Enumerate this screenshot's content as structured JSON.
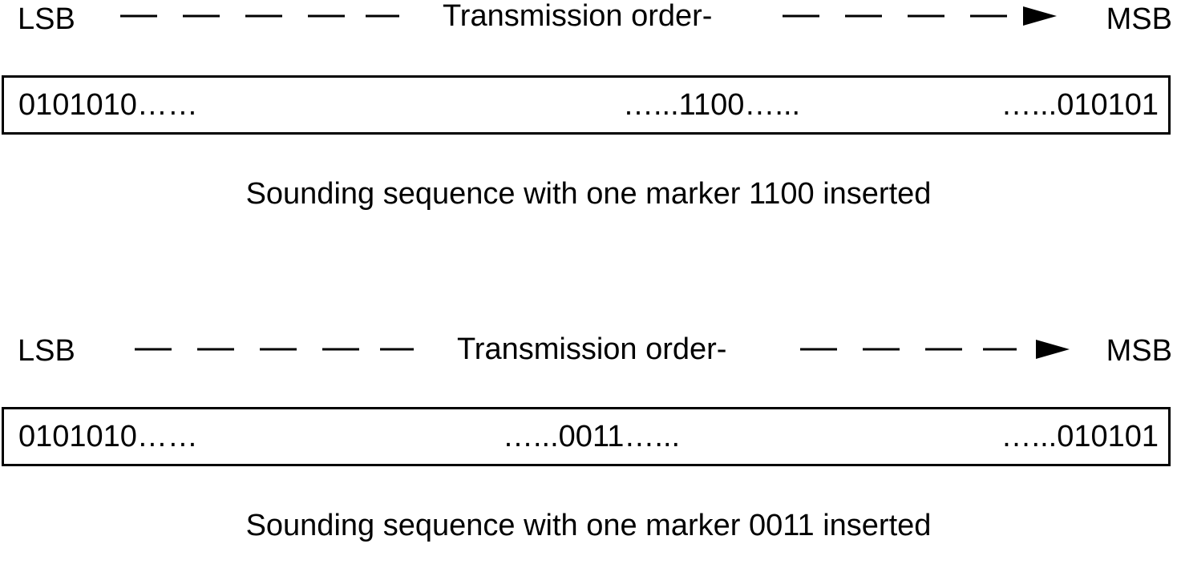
{
  "diagrams": [
    {
      "lsb_label": "LSB",
      "msb_label": "MSB",
      "order_title": "Transmission order-",
      "sequence": {
        "start": "0101010……",
        "marker": "…...1100…...",
        "end": "…...010101"
      },
      "caption": "Sounding sequence with one marker 1100 inserted"
    },
    {
      "lsb_label": "LSB",
      "msb_label": "MSB",
      "order_title": "Transmission order-",
      "sequence": {
        "start": "0101010……",
        "marker": "…...0011…...",
        "end": "…...010101"
      },
      "caption": "Sounding sequence with one marker 0011 inserted"
    }
  ],
  "colors": {
    "stroke": "#000000",
    "background": "#ffffff"
  }
}
